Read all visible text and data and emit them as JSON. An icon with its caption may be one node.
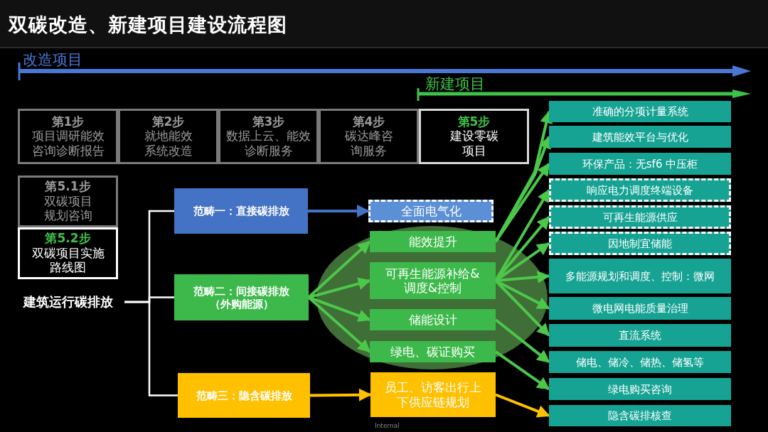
{
  "diagram": {
    "title": "双碳改造、新建项目建设流程图",
    "nodes": [
      {
        "text": [
          "第1步",
          "项目调研能效咨询诊断报告"
        ]
      },
      {
        "text": [
          "第2步",
          "就地能效系统改造"
        ]
      },
      {
        "text": [
          "第3步",
          "数据上云、能效诊断服务"
        ]
      },
      {
        "text": [
          "第4步",
          "碳达峰咨询服务"
        ]
      },
      {
        "text": [
          "第5步",
          "建设零碳项目"
        ]
      },
      {
        "text": [
          "第5.1步",
          "双碳项目规划咨询"
        ]
      },
      {
        "text": [
          "第5.2步",
          "双碳项目实施路线图"
        ]
      },
      {
        "text": [
          "建筑运行碳排放"
        ]
      },
      {
        "text": [
          "范畴一：直接碳排放"
        ]
      },
      {
        "text": [
          "范畴二：间接碳排放（外购能源）"
        ]
      },
      {
        "text": [
          "范畴三：隐含碳排放"
        ]
      },
      {
        "text": [
          "全面电气化"
        ]
      },
      {
        "text": [],
        "shape": "ellipse"
      },
      {
        "text": [
          "能效提升"
        ],
        "in": 12
      },
      {
        "text": [
          "可再生能源补给&调度&控制"
        ],
        "in": 12
      },
      {
        "text": [
          "储能设计"
        ],
        "in": 12
      },
      {
        "text": [
          "绿电、碳证购买"
        ],
        "in": 12
      },
      {
        "text": [
          "员工、访客出行上下供应链规划"
        ]
      },
      {
        "text": [
          "准确的分项计量系统"
        ]
      },
      {
        "text": [
          "建筑能效平台与优化"
        ]
      },
      {
        "text": [
          "环保产品：无sf6 中压柜"
        ]
      },
      {
        "text": [
          "响应电力调度终端设备"
        ]
      },
      {
        "text": [
          "可再生能源供应"
        ]
      },
      {
        "text": [
          "因地制宜储能"
        ]
      },
      {
        "text": [
          "多能源规划和调度、控制：微网"
        ]
      },
      {
        "text": [
          "微电网电能质量治理"
        ]
      },
      {
        "text": [
          "直流系统"
        ]
      },
      {
        "text": [
          "储电、储冷、储热、储氢等"
        ]
      },
      {
        "text": [
          "绿电购买咨询"
        ]
      },
      {
        "text": [
          "隐含碳排核查"
        ]
      }
    ],
    "edges": [
      {
        "from": 7,
        "to": 8,
        "arrow": "none",
        "color": "#ffffff"
      },
      {
        "from": 7,
        "to": 9,
        "arrow": "none",
        "color": "#ffffff"
      },
      {
        "from": 7,
        "to": 10,
        "arrow": "none",
        "color": "#ffffff"
      },
      {
        "from": 8,
        "to": 11,
        "arrow": "to",
        "color": "#4472c4"
      },
      {
        "from": 9,
        "to": 13,
        "arrow": "to"
      },
      {
        "from": 9,
        "to": 14,
        "arrow": "to"
      },
      {
        "from": 9,
        "to": 15,
        "arrow": "to"
      },
      {
        "from": 9,
        "to": 16,
        "arrow": "to"
      },
      {
        "from": 10,
        "to": 17,
        "arrow": "to",
        "color": "#ffc000"
      },
      {
        "from": 13,
        "to": 18,
        "arrow": "to"
      },
      {
        "from": 13,
        "to": 19,
        "arrow": "to"
      },
      {
        "from": 13,
        "to": 20,
        "arrow": "to"
      },
      {
        "from": 14,
        "to": 21,
        "arrow": "to"
      },
      {
        "from": 14,
        "to": 22,
        "arrow": "to"
      },
      {
        "from": 14,
        "to": 23,
        "arrow": "to"
      },
      {
        "from": 14,
        "to": 24,
        "arrow": "to"
      },
      {
        "from": 14,
        "to": 25,
        "arrow": "to"
      },
      {
        "from": 14,
        "to": 26,
        "arrow": "to"
      },
      {
        "from": 15,
        "to": 27,
        "arrow": "to"
      },
      {
        "from": 16,
        "to": 28,
        "arrow": "to"
      },
      {
        "from": 17,
        "to": 29,
        "arrow": "to",
        "color": "#ffc000"
      }
    ],
    "labels": [
      "改造项目",
      "新建项目",
      "Internal"
    ]
  }
}
